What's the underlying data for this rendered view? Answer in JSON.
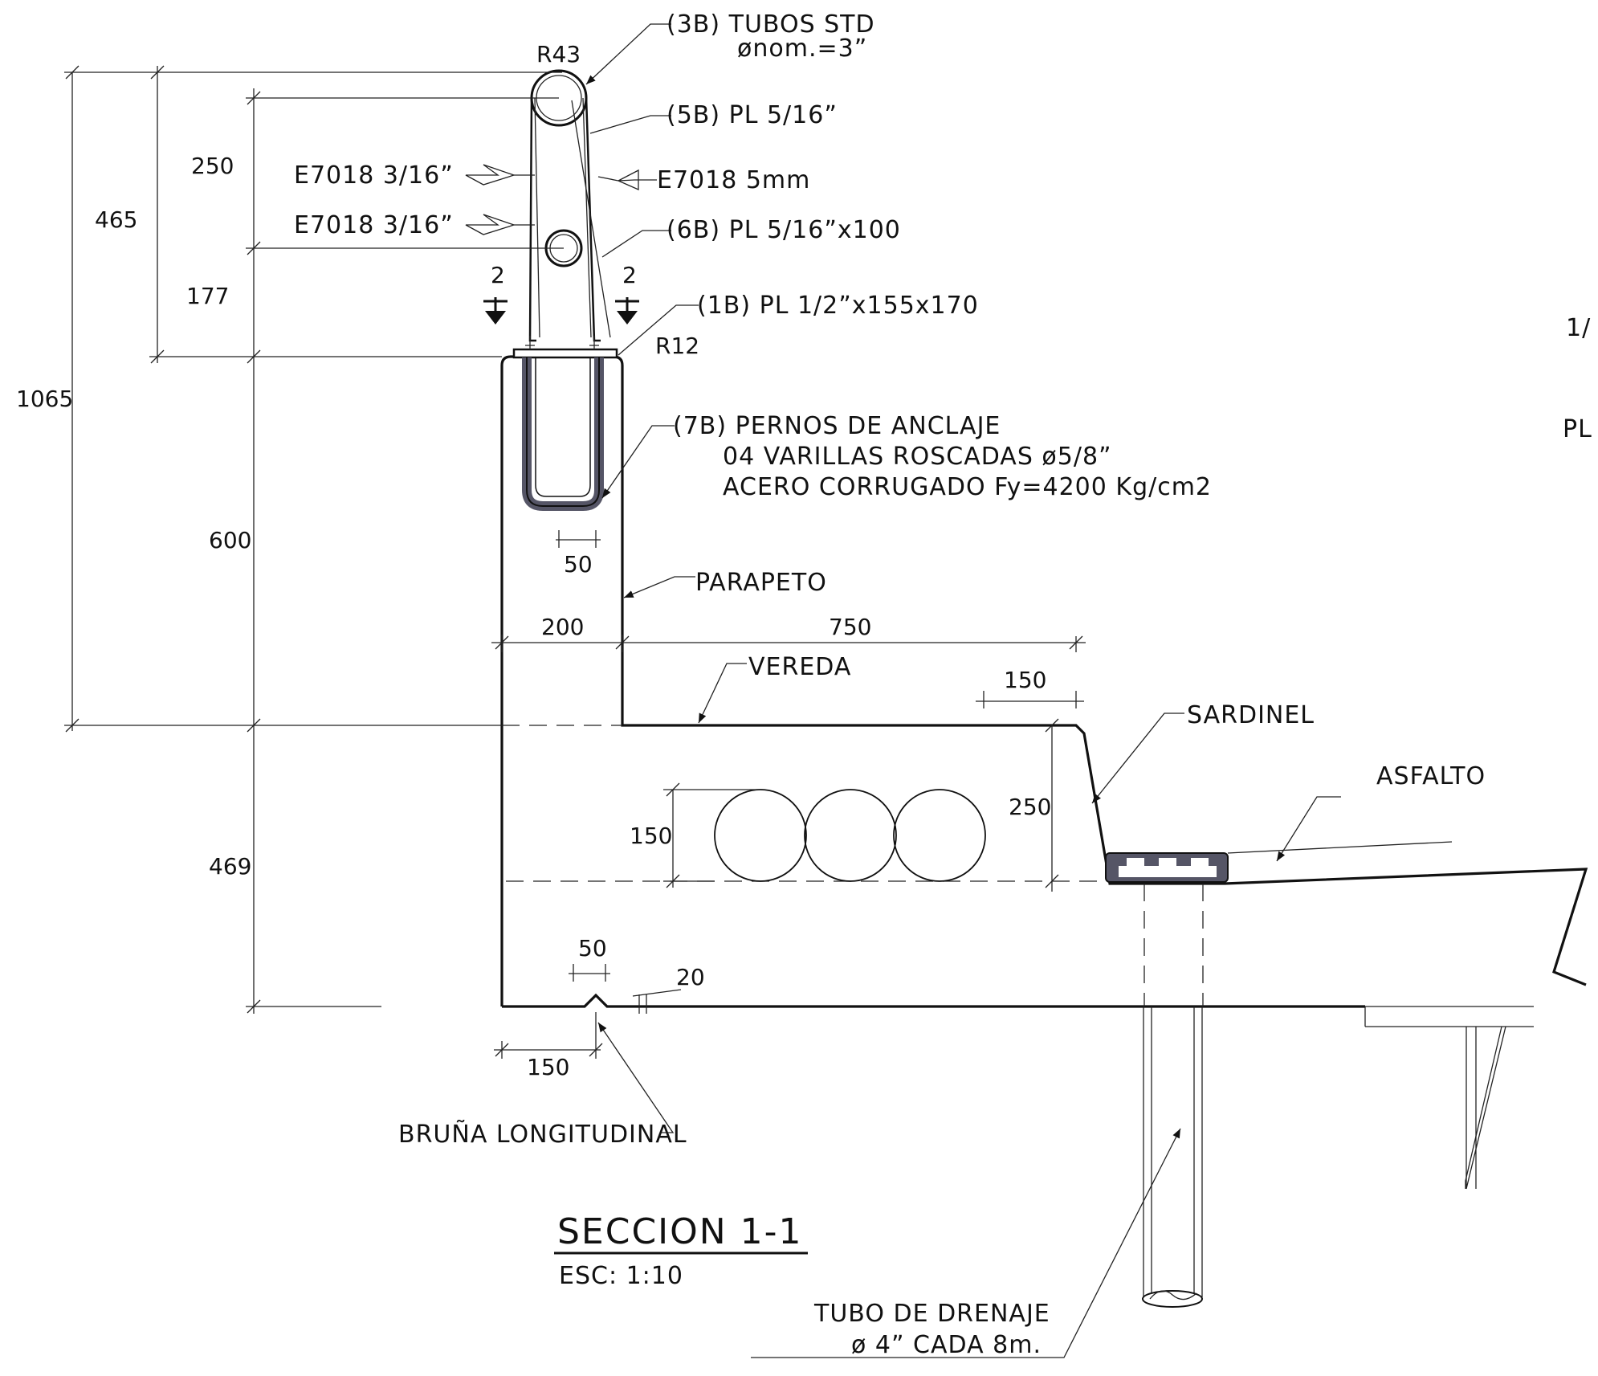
{
  "colors": {
    "line": "#111111",
    "background": "#ffffff",
    "fill_dark": "#555566"
  },
  "title": {
    "text": "SECCION 1-1",
    "scale": "ESC: 1:10"
  },
  "labels": {
    "tubos_line1": "(3B) TUBOS STD",
    "tubos_line2": "ønom.=3”",
    "r43": "R43",
    "pl5b": "(5B) PL 5/16”",
    "weld_left_1": "E7018 3/16”",
    "weld_left_2": "E7018 3/16”",
    "weld_right": "E7018 5mm",
    "pl6b": "(6B) PL 5/16”x100",
    "cut_left": "2",
    "cut_right": "2",
    "pl1b": "(1B) PL 1/2”x155x170",
    "r12": "R12",
    "pernos_line1": "(7B) PERNOS DE ANCLAJE",
    "pernos_line2": "04 VARILLAS ROSCADAS ø5/8”",
    "pernos_line3": "ACERO CORRUGADO Fy=4200 Kg/cm2",
    "parapeto": "PARAPETO",
    "vereda": "VEREDA",
    "sardinel": "SARDINEL",
    "asfalto": "ASFALTO",
    "bruna": "BRUÑA LONGITUDINAL",
    "tubo_line1": "TUBO DE DRENAJE",
    "tubo_line2": "ø 4” CADA 8m.",
    "cut_edge_1": "1/",
    "cut_edge_2": "PL"
  },
  "dimensions": {
    "d1065": "1065",
    "d465": "465",
    "d250_top": "250",
    "d177": "177",
    "d600": "600",
    "d469": "469",
    "d50_bolt": "50",
    "d200": "200",
    "d750": "750",
    "d150_curb": "150",
    "d250_curb": "250",
    "d150_ducts": "150",
    "d50_groove": "50",
    "d20": "20",
    "d150_bottom": "150"
  }
}
